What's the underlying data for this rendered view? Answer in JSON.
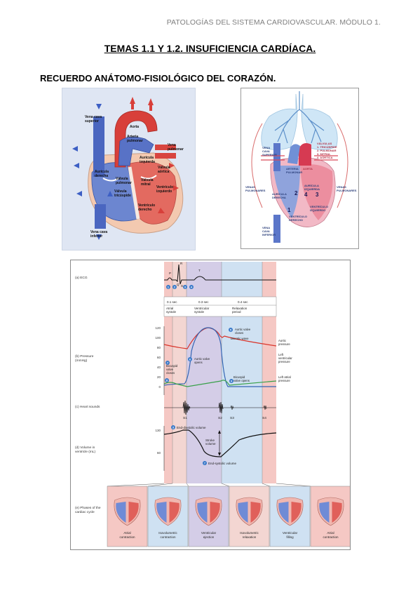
{
  "header": {
    "text": "PATOLOGÍAS DEL SISTEMA CARDIOVASCULAR. MÓDULO 1."
  },
  "title": "TEMAS 1.1 Y 1.2. INSUFICIENCIA CARDÍACA.",
  "subtitle": "RECUERDO ANÁTOMO-FISIOLÓGICO DEL CORAZÓN.",
  "heart_left": {
    "labels": {
      "vena_cava_superior": [
        "Vena cava",
        "superior"
      ],
      "aorta": "Aorta",
      "arteria_pulmonar": [
        "Arteria",
        "pulmonar"
      ],
      "vena_pulmonar": [
        "Vena",
        "pulmonar"
      ],
      "auricula_izquierda": [
        "Aurícula",
        "izquierda"
      ],
      "auricula_derecha": [
        "Aurícula",
        "derecha"
      ],
      "valvula_aortica": [
        "Válvula",
        "aórtica"
      ],
      "valvula_pulmonar": [
        "Válvula",
        "pulmonar"
      ],
      "valvula_mitral": [
        "Válvula",
        "mitral"
      ],
      "valvula_tricuspide": [
        "Válvula",
        "tricúspide"
      ],
      "ventriculo_izquierdo": [
        "Ventrículo",
        "izquierdo"
      ],
      "ventriculo_derecho": [
        "Ventrículo",
        "derecho"
      ],
      "vena_cava_inferior": [
        "Vena cava",
        "inferior"
      ]
    }
  },
  "heart_right": {
    "labels": {
      "vena_cava_superior": [
        "VENA",
        "CAVA",
        "SUPERIOR"
      ],
      "valvulas": [
        "VÁLVULAS",
        "1. TRICÚSPIDE",
        "2. PULMONAR",
        "3. MITRAL",
        "4. AÓRTICA"
      ],
      "arteria_pulmonar": [
        "ARTERIA",
        "PULMONAR"
      ],
      "venas_pulmonares_izq": [
        "VENAS",
        "PULMONARES"
      ],
      "venas_pulmonares_der": [
        "VENAS",
        "PULMONARES"
      ],
      "aorta": "AORTA",
      "auricula_izquierda": [
        "AURÍCULA",
        "IZQUIERDA"
      ],
      "auricula_derecha": [
        "AURÍCULA",
        "DERECHA"
      ],
      "ventriculo_izquierdo": [
        "VENTRÍCULO",
        "IZQUIERDO"
      ],
      "ventriculo_derecho": [
        "VENTRÍCULO",
        "DERECHO"
      ],
      "vena_cava_inferior": [
        "VENA",
        "CAVA",
        "INFERIOR"
      ],
      "numbers": [
        "1",
        "2",
        "3",
        "4"
      ]
    }
  },
  "cardiac_cycle": {
    "row_labels": {
      "ecg": "(a) ECG",
      "pressure": [
        "(b) Pressure",
        "(mmHg)"
      ],
      "sounds": "(c) Heart sounds",
      "volume": [
        "(d) Volume in",
        "ventricle (mL)"
      ],
      "phases": [
        "(e) Phases of the",
        "cardiac cycle"
      ]
    },
    "ecg_waves": {
      "P": "P",
      "Q": "Q",
      "R": "R",
      "S": "S",
      "T": "T"
    },
    "ecg_markers": [
      "1",
      "2",
      "3",
      "4"
    ],
    "timing": {
      "durations": [
        "0.1 sec",
        "0.3 sec",
        "0.4 sec"
      ],
      "periods": [
        [
          "Atrial",
          "systole"
        ],
        [
          "Ventricular",
          "systole"
        ],
        [
          "Relaxation",
          "period"
        ]
      ]
    },
    "pressure_ticks": [
      "120",
      "100",
      "80",
      "60",
      "40",
      "20",
      "0"
    ],
    "pressure_labels": {
      "aortic_closes": [
        "Aortic valve",
        "closes"
      ],
      "dicrotic": "Dicrotic wave",
      "aortic_pressure": [
        "Aortic",
        "pressure"
      ],
      "aortic_opens": [
        "Aortic valve",
        "opens"
      ],
      "lv_pressure": [
        "Left",
        "ventricular",
        "pressure"
      ],
      "bicuspid_closes": [
        "Bicuspid",
        "valve",
        "closes"
      ],
      "bicuspid_opens": [
        "Bicuspid",
        "valve opens"
      ],
      "la_pressure": [
        "Left atrial",
        "pressure"
      ],
      "markers": [
        "5",
        "6",
        "7",
        "8",
        "9",
        "10"
      ]
    },
    "sound_labels": [
      "S1",
      "S2",
      "S3",
      "S4"
    ],
    "volume_ticks": [
      "130",
      "60"
    ],
    "volume_labels": {
      "end_diastolic": "End-diastolic volume",
      "stroke": [
        "Stroke",
        "volume"
      ],
      "end_systolic": "End-systolic volume",
      "markers": [
        "3",
        "7"
      ]
    },
    "phases": [
      [
        "Atrial",
        "contraction"
      ],
      [
        "Isovolumetric",
        "contraction"
      ],
      [
        "Ventricular",
        "ejection"
      ],
      [
        "Isovolumetric",
        "relaxation"
      ],
      [
        "Ventricular",
        "filling"
      ],
      [
        "Atrial",
        "contraction"
      ]
    ],
    "colors": {
      "red": "#d9352b",
      "blue": "#3465b4",
      "green": "#39a04a",
      "shade_red": "#f5c8c4",
      "shade_purple": "#d4cde7",
      "shade_blue": "#cfe1f2"
    }
  }
}
